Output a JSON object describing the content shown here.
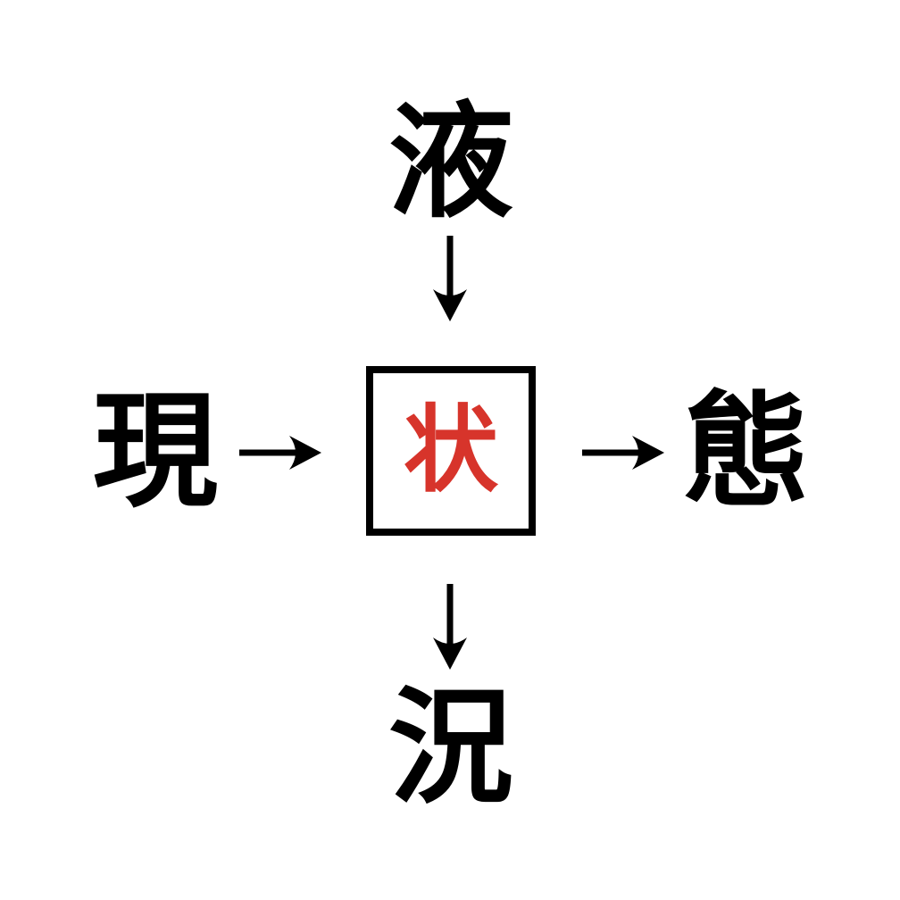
{
  "colors": {
    "background": "#ffffff",
    "ink": "#000000",
    "answer_red": "#d7342b",
    "box_border": "#000000"
  },
  "puzzle": {
    "top_char": "液",
    "left_char": "現",
    "center_char": "状",
    "right_char": "態",
    "bottom_char": "況"
  },
  "icons": {
    "top_arrow": "arrow-down",
    "left_arrow": "arrow-right",
    "right_arrow": "arrow-right",
    "bottom_arrow": "arrow-down",
    "arrow_down_glyph": "↓",
    "arrow_right_glyph": "→"
  }
}
